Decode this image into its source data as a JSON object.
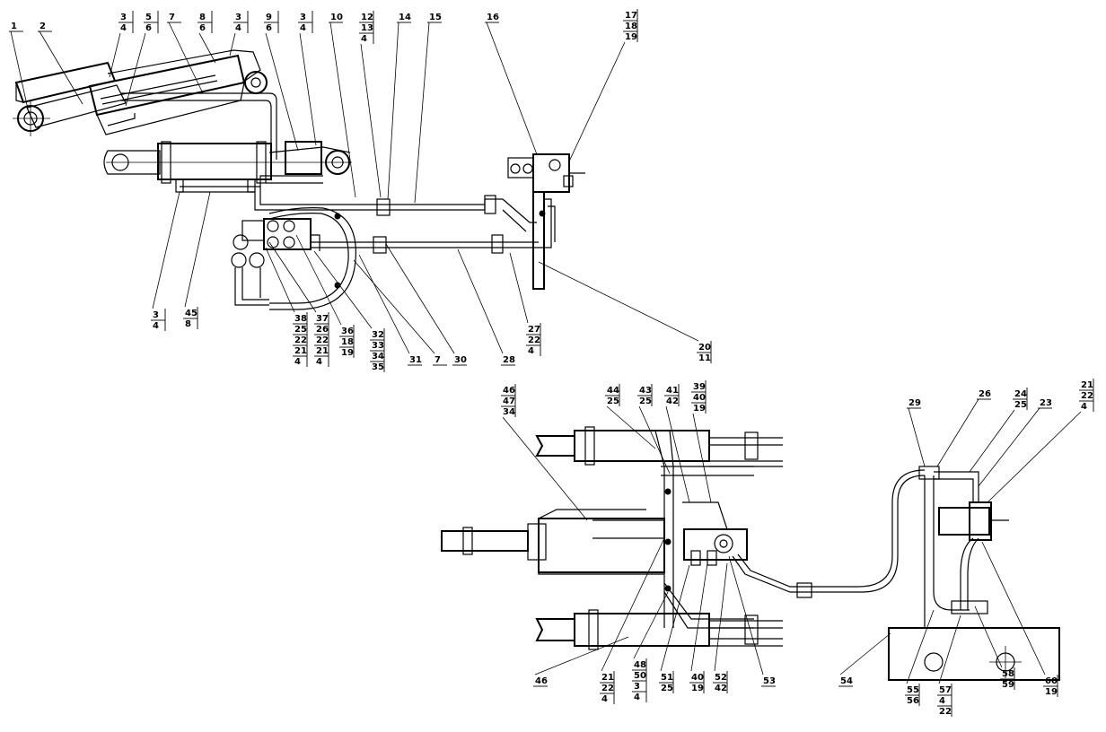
{
  "callouts_top": [
    {
      "id": "c1",
      "lines": [
        "1"
      ]
    },
    {
      "id": "c2",
      "lines": [
        "2"
      ]
    },
    {
      "id": "c3a",
      "lines": [
        "3",
        "4"
      ]
    },
    {
      "id": "c5",
      "lines": [
        "5",
        "6"
      ]
    },
    {
      "id": "c7a",
      "lines": [
        "7"
      ]
    },
    {
      "id": "c8",
      "lines": [
        "8",
        "6"
      ]
    },
    {
      "id": "c3b",
      "lines": [
        "3",
        "4"
      ]
    },
    {
      "id": "c9",
      "lines": [
        "9",
        "6"
      ]
    },
    {
      "id": "c3c",
      "lines": [
        "3",
        "4"
      ]
    },
    {
      "id": "c10",
      "lines": [
        "10"
      ]
    },
    {
      "id": "c12",
      "lines": [
        "12",
        "13",
        "4"
      ]
    },
    {
      "id": "c14",
      "lines": [
        "14"
      ]
    },
    {
      "id": "c15",
      "lines": [
        "15"
      ]
    },
    {
      "id": "c16",
      "lines": [
        "16"
      ]
    },
    {
      "id": "c17",
      "lines": [
        "17",
        "18",
        "19"
      ]
    }
  ],
  "callouts_bottom_left": [
    {
      "id": "c3d",
      "lines": [
        "3",
        "4"
      ]
    },
    {
      "id": "c45",
      "lines": [
        "45",
        "8"
      ]
    },
    {
      "id": "c38",
      "lines": [
        "38",
        "25",
        "22",
        "21",
        "4"
      ]
    },
    {
      "id": "c37",
      "lines": [
        "37",
        "26",
        "22",
        "21",
        "4"
      ]
    },
    {
      "id": "c36",
      "lines": [
        "36",
        "18",
        "19"
      ]
    },
    {
      "id": "c32",
      "lines": [
        "32",
        "33",
        "34",
        "35"
      ]
    },
    {
      "id": "c31",
      "lines": [
        "31"
      ]
    },
    {
      "id": "c7b",
      "lines": [
        "7"
      ]
    },
    {
      "id": "c30",
      "lines": [
        "30"
      ]
    },
    {
      "id": "c28",
      "lines": [
        "28"
      ]
    },
    {
      "id": "c27",
      "lines": [
        "27",
        "22",
        "4"
      ]
    },
    {
      "id": "c20",
      "lines": [
        "20",
        "11"
      ]
    }
  ],
  "callouts_lower": [
    {
      "id": "c46a",
      "lines": [
        "46",
        "47",
        "34"
      ]
    },
    {
      "id": "c44",
      "lines": [
        "44",
        "25"
      ]
    },
    {
      "id": "c43",
      "lines": [
        "43",
        "25"
      ]
    },
    {
      "id": "c41",
      "lines": [
        "41",
        "42"
      ]
    },
    {
      "id": "c39",
      "lines": [
        "39",
        "40",
        "19"
      ]
    },
    {
      "id": "c29",
      "lines": [
        "29"
      ]
    },
    {
      "id": "c26",
      "lines": [
        "26"
      ]
    },
    {
      "id": "c24",
      "lines": [
        "24",
        "25"
      ]
    },
    {
      "id": "c23",
      "lines": [
        "23"
      ]
    },
    {
      "id": "c21a",
      "lines": [
        "21",
        "22",
        "4"
      ]
    },
    {
      "id": "c46b",
      "lines": [
        "46"
      ]
    },
    {
      "id": "c21b",
      "lines": [
        "21",
        "22",
        "4"
      ]
    },
    {
      "id": "c48",
      "lines": [
        "48",
        "50",
        "3",
        "4"
      ]
    },
    {
      "id": "c51",
      "lines": [
        "51",
        "25"
      ]
    },
    {
      "id": "c40",
      "lines": [
        "40",
        "19"
      ]
    },
    {
      "id": "c52",
      "lines": [
        "52",
        "42"
      ]
    },
    {
      "id": "c53",
      "lines": [
        "53"
      ]
    },
    {
      "id": "c54",
      "lines": [
        "54"
      ]
    },
    {
      "id": "c55",
      "lines": [
        "55",
        "56"
      ]
    },
    {
      "id": "c57",
      "lines": [
        "57",
        "4",
        "22"
      ]
    },
    {
      "id": "c58",
      "lines": [
        "58",
        "59"
      ]
    },
    {
      "id": "c60",
      "lines": [
        "60",
        "19"
      ]
    }
  ]
}
